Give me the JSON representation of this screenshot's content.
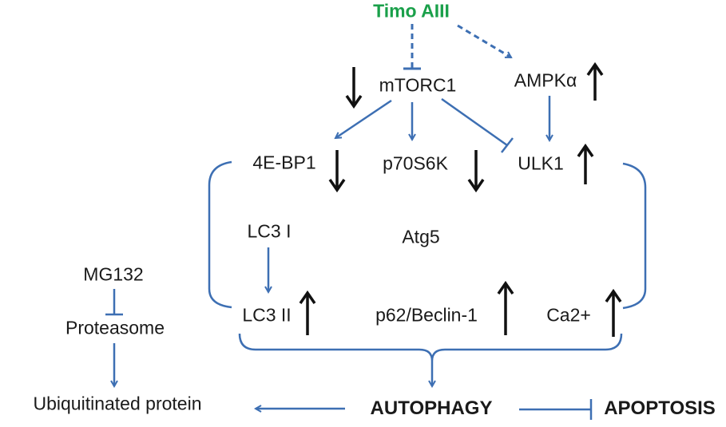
{
  "colors": {
    "arrow": "#3d6fb3",
    "trend": "#111111",
    "drug": "#1aa04a",
    "text": "#1a1a1a"
  },
  "nodes": {
    "timo": "Timo AIII",
    "mtorc1": "mTORC1",
    "ampk": "AMPKα",
    "ebp1": "4E-BP1",
    "p70s6k": "p70S6K",
    "ulk1": "ULK1",
    "lc3i": "LC3 I",
    "atg5": "Atg5",
    "lc3ii": "LC3 II",
    "p62": "p62/Beclin-1",
    "ca2": "Ca2+",
    "mg132": "MG132",
    "proteasome": "Proteasome",
    "ubiquitinated": "Ubiquitinated protein",
    "autophagy": "AUTOPHAGY",
    "apoptosis": "APOPTOSIS"
  },
  "trends": {
    "mtorc1": "down",
    "ampk": "up",
    "ebp1": "down",
    "p70s6k": "down",
    "ulk1": "up",
    "lc3ii": "up",
    "p62": "up",
    "ca2": "up"
  }
}
